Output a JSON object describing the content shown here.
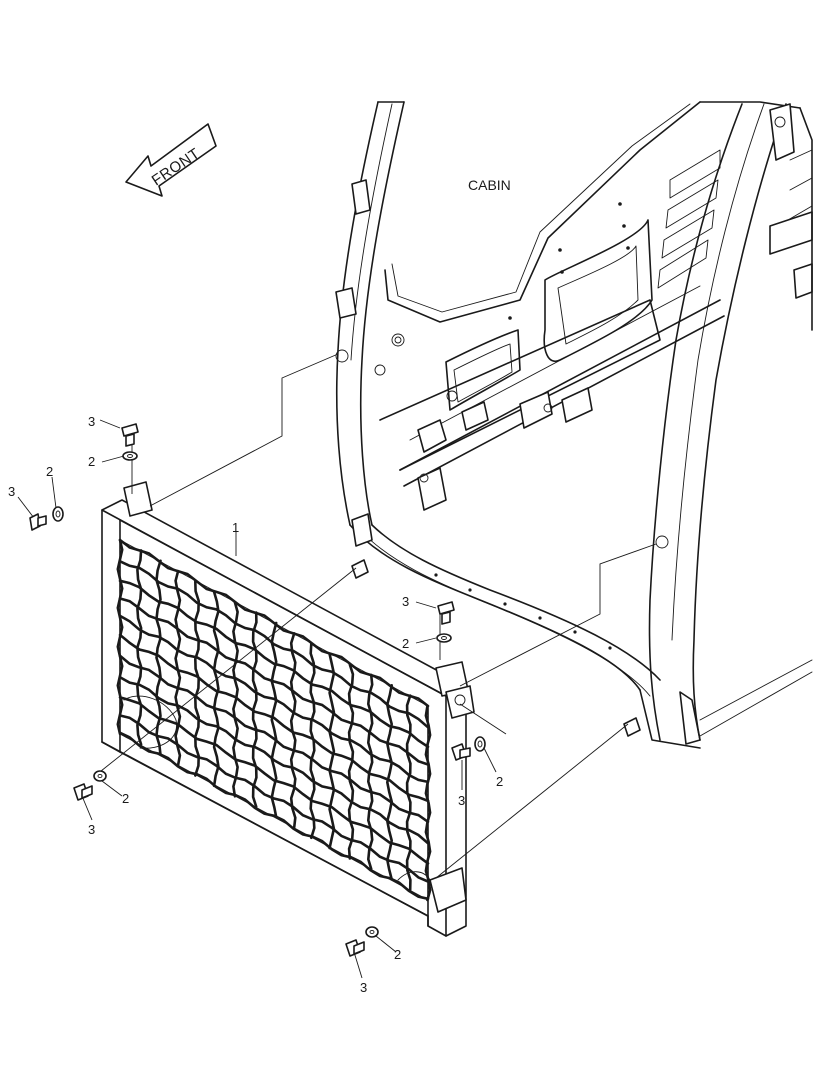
{
  "front_label": "FRONT",
  "cabin_label": "CABIN",
  "callouts": {
    "net_frame": "1",
    "washer_a": "2",
    "washer_b": "2",
    "washer_c": "2",
    "washer_d": "2",
    "washer_e": "2",
    "bolt_a": "3",
    "bolt_b": "3",
    "bolt_c": "3",
    "bolt_d": "3",
    "bolt_e": "3",
    "bolt_f": "3"
  }
}
